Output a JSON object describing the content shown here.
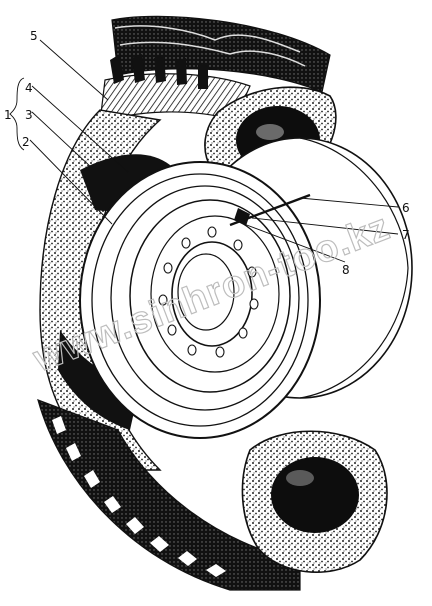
{
  "callouts": {
    "group": "1",
    "c2": "2",
    "c3": "3",
    "c4": "4",
    "c5": "5",
    "c6": "6",
    "c7": "7",
    "c8": "8"
  },
  "watermark": "www.sinhron-too.kz",
  "colors": {
    "ink": "#111111",
    "paper": "#ffffff",
    "watermark": "#bdbdbd"
  }
}
